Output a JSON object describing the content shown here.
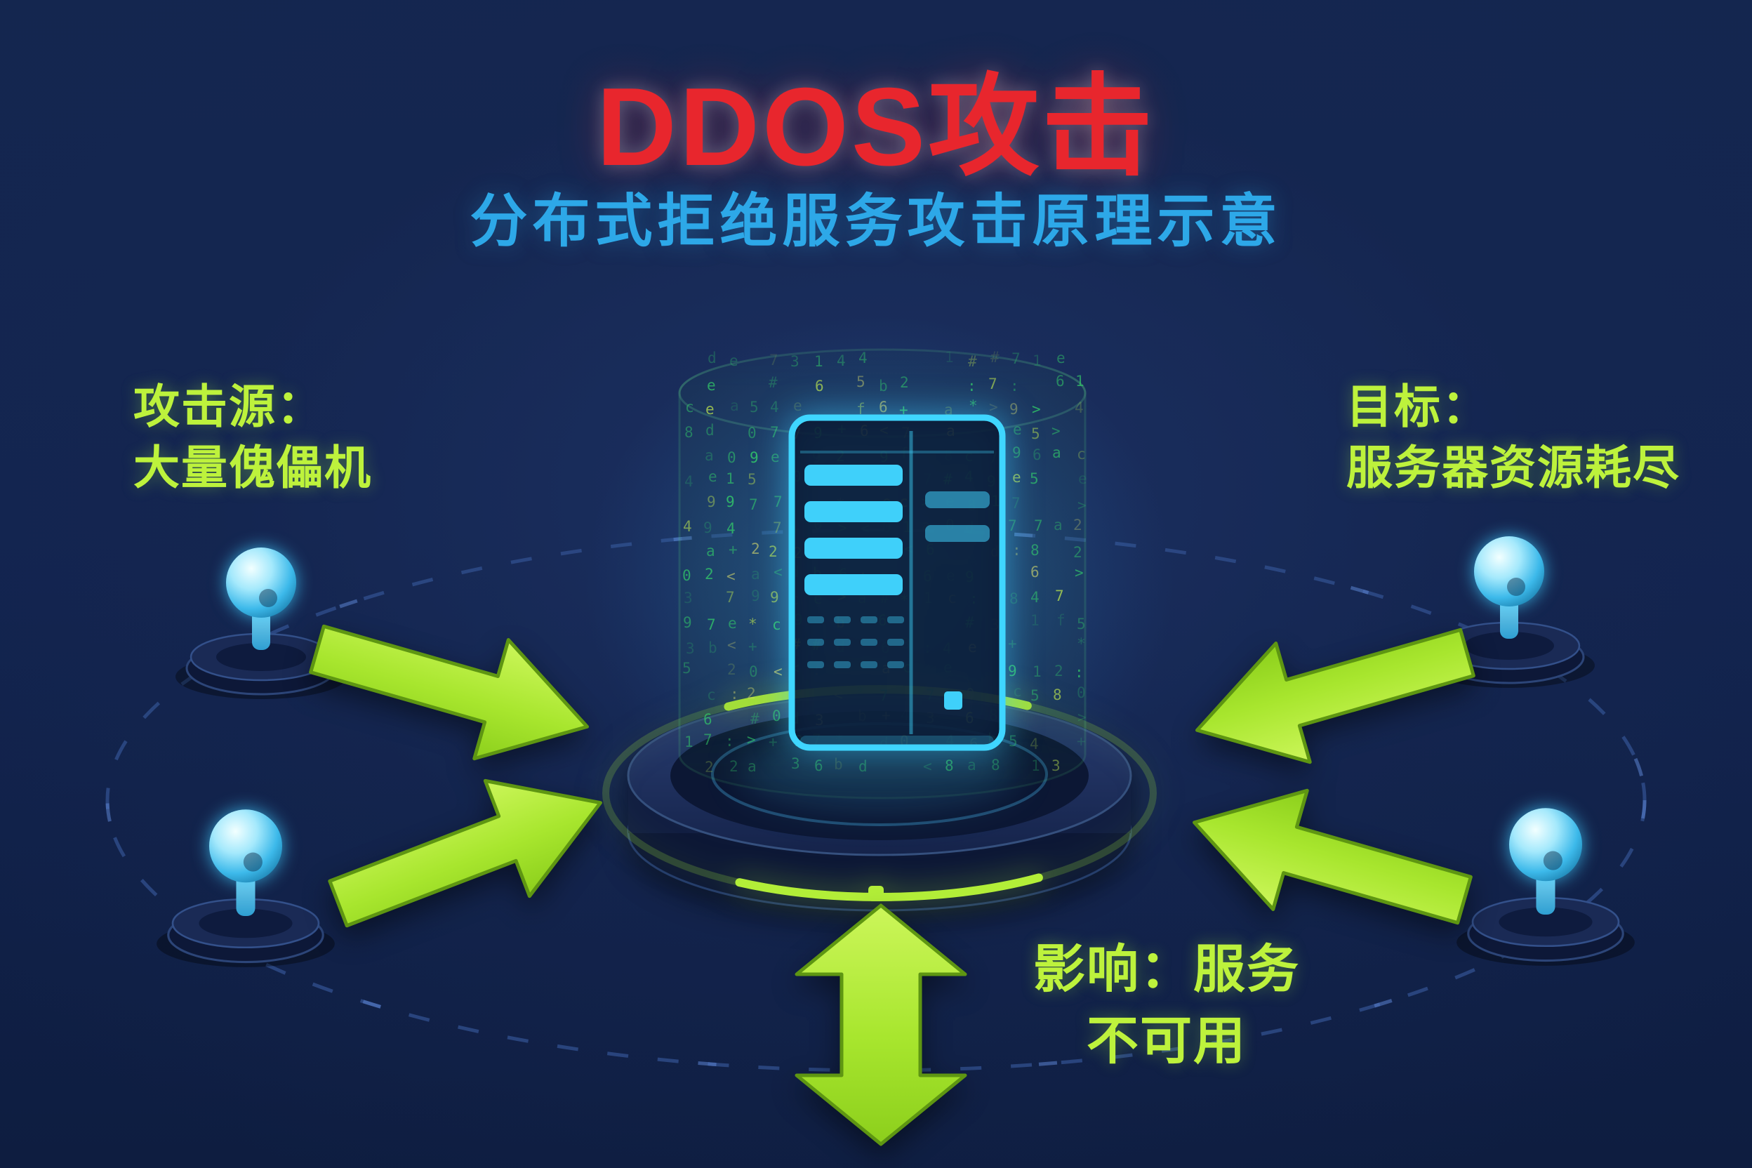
{
  "title": "DDOS攻击",
  "subtitle": "分布式拒绝服务攻击原理示意",
  "labels": {
    "source": {
      "line1": "攻击源：",
      "line2": "大量傀儡机"
    },
    "target": {
      "line1": "目标：",
      "line2": "服务器资源耗尽"
    },
    "impact": {
      "line1": "影响：服务",
      "line2": "不可用"
    }
  },
  "icons": {
    "server": "hologram-server-tower-icon",
    "bot": "zombie-bot-device-icon",
    "attack_arrow": "attack-arrow-icon",
    "impact_arrow": "double-headed-arrow-icon",
    "platform": "glowing-platform-icon",
    "orbit": "dashed-orbit-ring-icon",
    "matrix": "matrix-code-cylinder-icon"
  },
  "colors": {
    "title_red": "#e8262d",
    "subtitle_blue": "#2da8e8",
    "label_green": "#bdf23c",
    "arrow_green": "#a4e42c",
    "hologram_cyan": "#3fd6ff",
    "matrix_green": "#35d969",
    "matrix_yellow": "#b9e24f",
    "bot_sphere_cyan": "#49c6f2",
    "platform_navy": "#1b2c58",
    "background_navy": "#122450"
  },
  "matrix_glyphs": "0123456789abcdef<>+*#:"
}
